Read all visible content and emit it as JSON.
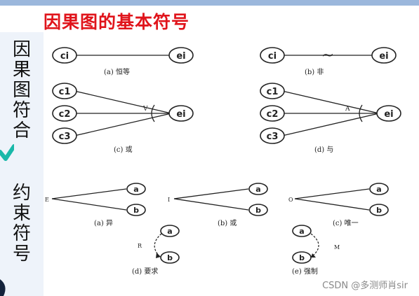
{
  "title": "因果图的基本符号",
  "side_label_top": [
    "因",
    "果",
    "图",
    "符",
    "合"
  ],
  "side_label_bottom": [
    "约",
    "束",
    "符",
    "号"
  ],
  "watermark": "CSDN @多测师肖sir",
  "causal_symbols": {
    "identity": {
      "cause": "ci",
      "effect": "ei",
      "caption": "(a) 恒等"
    },
    "not": {
      "cause": "ci",
      "effect": "ei",
      "operator": "~",
      "caption": "(b)  非"
    },
    "or": {
      "causes": [
        "c1",
        "c2",
        "c3"
      ],
      "effect": "ei",
      "operator": "V",
      "caption": "(c)  或"
    },
    "and": {
      "causes": [
        "c1",
        "c2",
        "c3"
      ],
      "effect": "ei",
      "operator": "A",
      "caption": "(d)  与"
    }
  },
  "constraint_symbols": {
    "exclusive": {
      "operator": "E",
      "nodes": [
        "a",
        "b"
      ],
      "caption": "(a)  异"
    },
    "inclusive": {
      "operator": "I",
      "nodes": [
        "a",
        "b"
      ],
      "caption": "(b)  或"
    },
    "one": {
      "operator": "O",
      "nodes": [
        "a",
        "b"
      ],
      "caption": "(c)  唯一"
    },
    "require": {
      "operator": "R",
      "nodes": [
        "a",
        "b"
      ],
      "caption": "(d)  要求"
    },
    "mask": {
      "operator": "M",
      "nodes": [
        "a",
        "b"
      ],
      "caption": "(e)  强制"
    }
  },
  "colors": {
    "title": "#e0141b",
    "topbar": "#9bb7dc",
    "check": "#19b8a9"
  }
}
